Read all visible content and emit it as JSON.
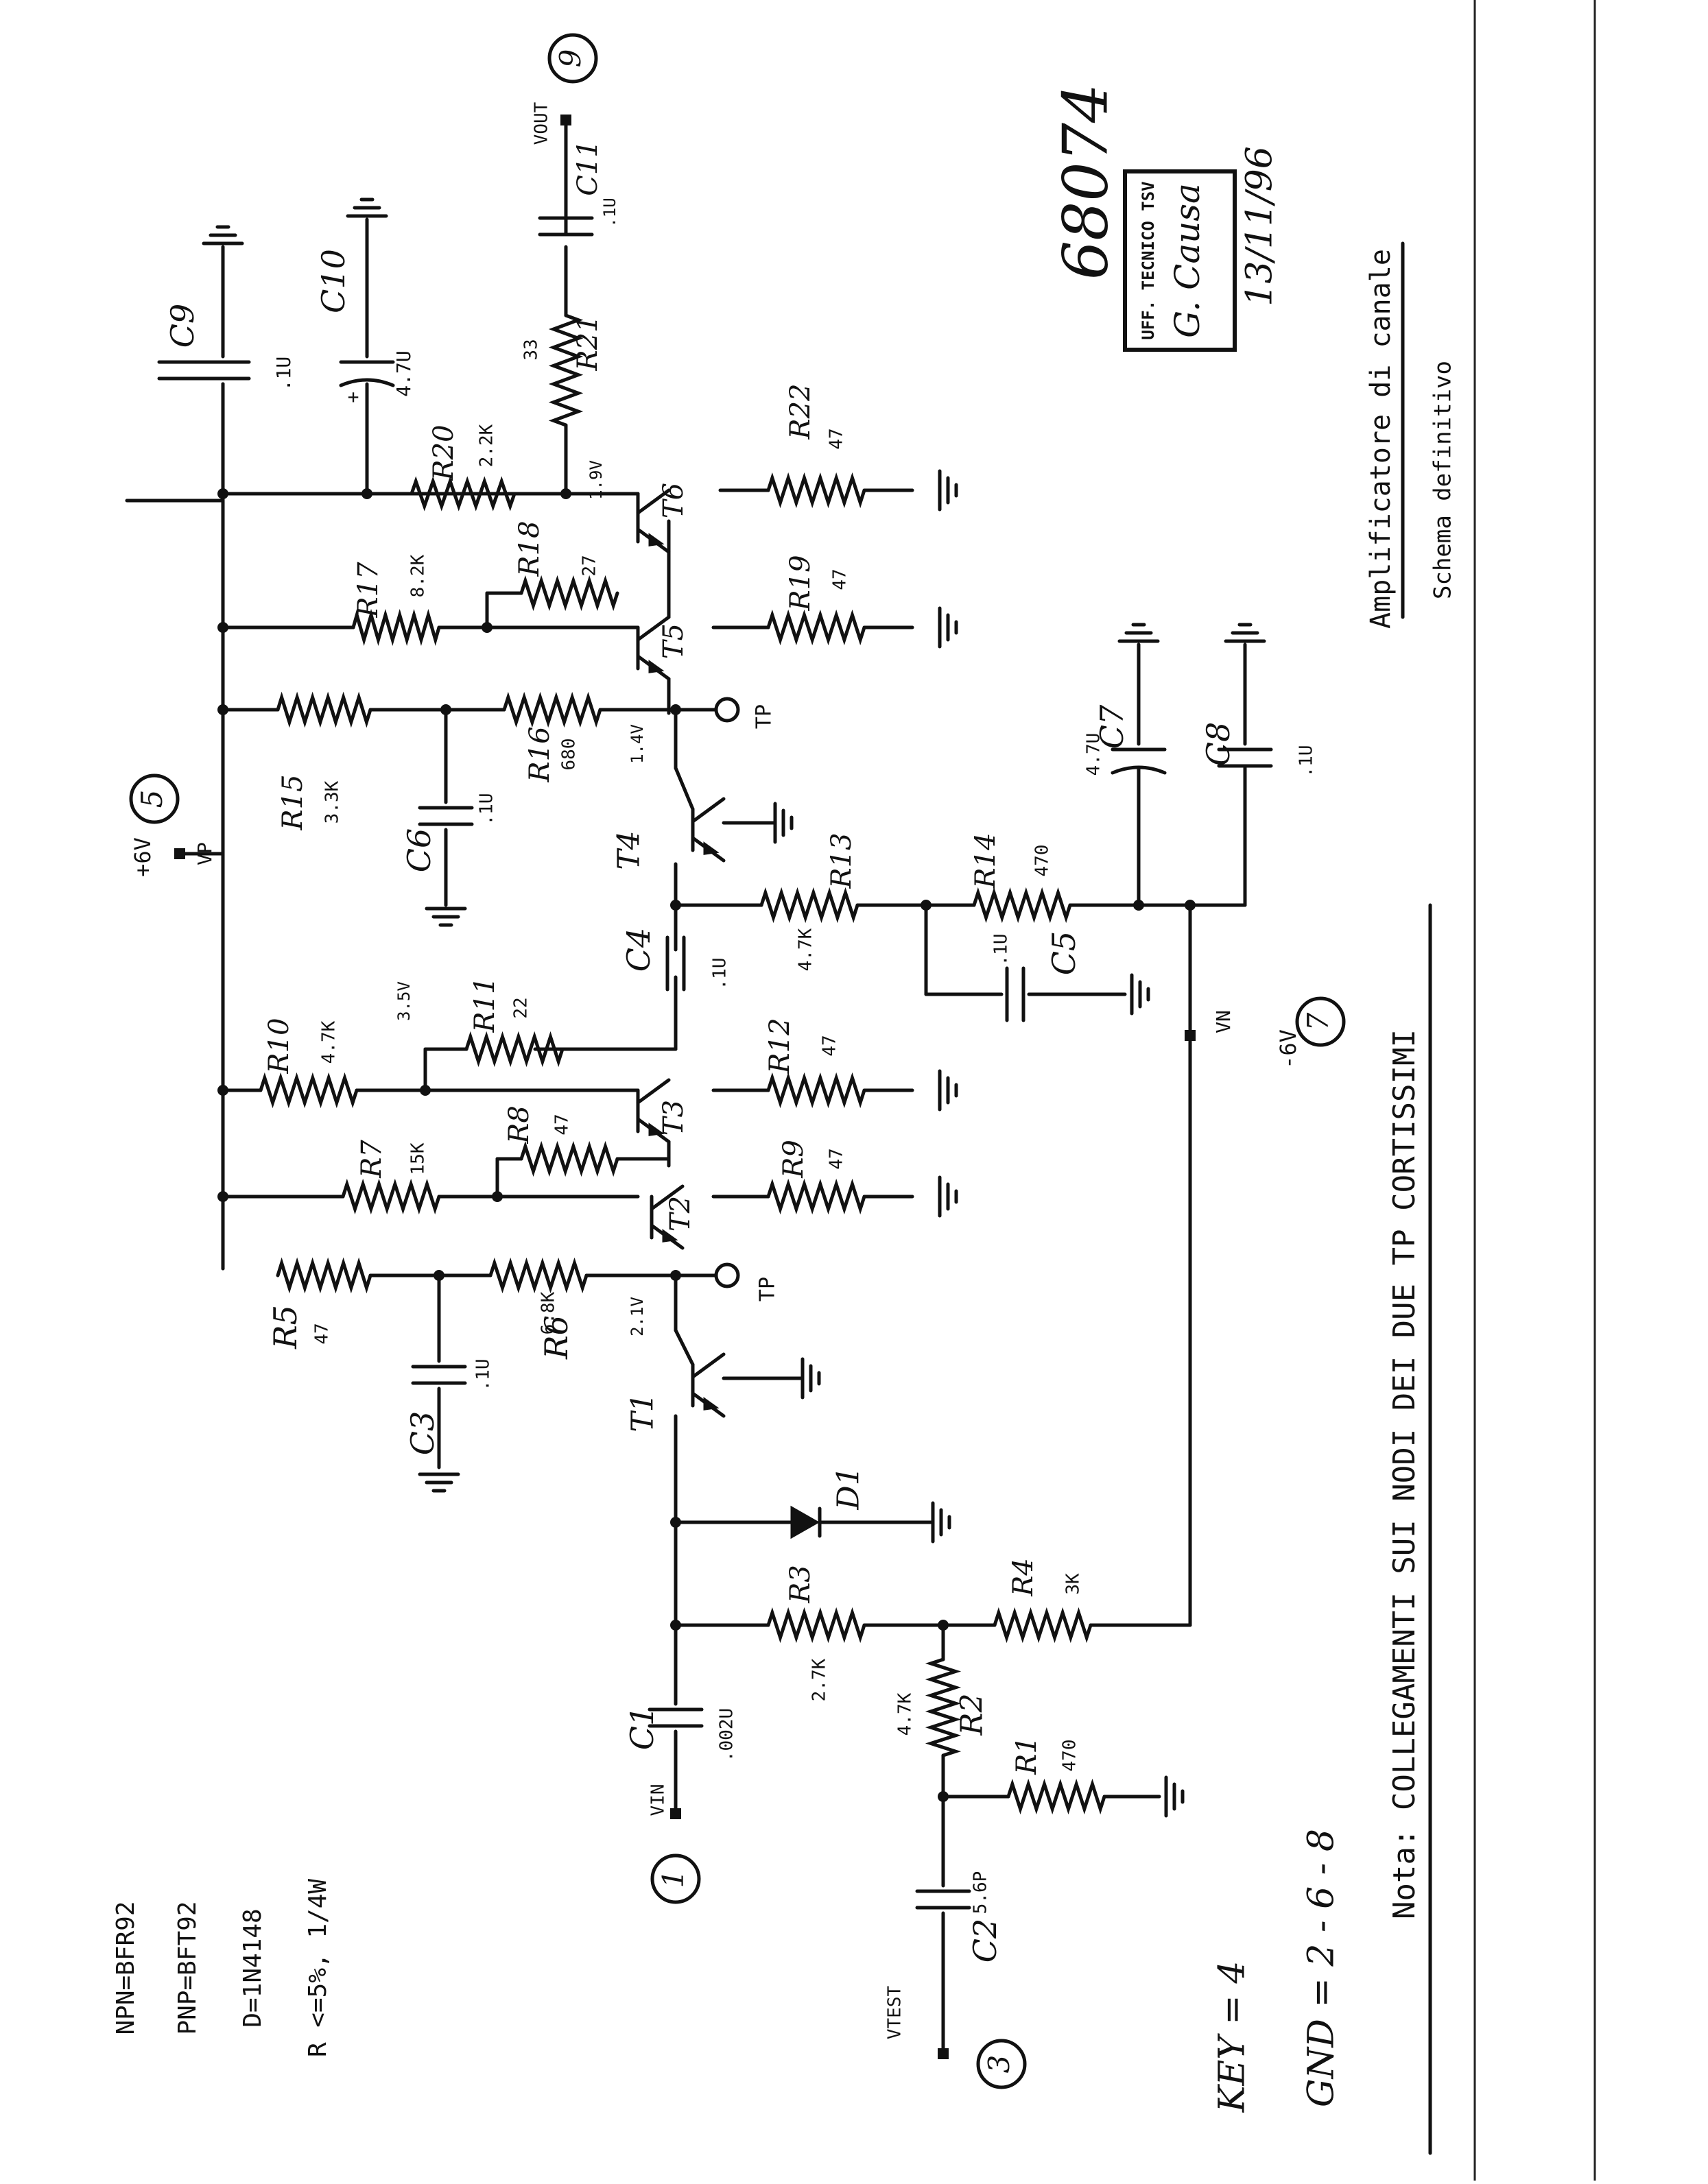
{
  "doc_number": "68074",
  "stamp": {
    "office": "UFF. TECNICO TSV",
    "signature": "G. Causa",
    "date": "13/11/96"
  },
  "title": "Amplificatore di canale",
  "subtitle": "Schema definitivo",
  "legend": [
    "NPN=BFR92",
    "PNP=BFT92",
    "D=1N4148",
    "R <=5%, 1/4W"
  ],
  "key_line": "KEY = 4",
  "gnd_line": "GND = 2 - 6 - 8",
  "note": "Nota:  COLLEGAMENTI SUI NODI DEI DUE TP CORTISSIMI",
  "supply_pos": {
    "name": "VP",
    "value": "+6V",
    "pin": "5"
  },
  "supply_neg": {
    "name": "VN",
    "value": "-6V",
    "pin": "7"
  },
  "input": {
    "name": "VIN",
    "pin": "1"
  },
  "output": {
    "name": "VOUT",
    "pin": "9"
  },
  "test_input": {
    "name": "VTEST",
    "pin": "3"
  },
  "test_point": "TP",
  "diode": "D1",
  "transistors": [
    "T1",
    "T2",
    "T3",
    "T4",
    "T5",
    "T6"
  ],
  "voltages": {
    "t1": "2.1V",
    "t3": "3.5V",
    "t4": "1.4V",
    "t6": "1.9V"
  },
  "resistors": [
    {
      "ref": "R1",
      "value": "470"
    },
    {
      "ref": "R2",
      "value": "4.7K"
    },
    {
      "ref": "R3",
      "value": "2.7K"
    },
    {
      "ref": "R4",
      "value": "3K"
    },
    {
      "ref": "R5",
      "value": "47"
    },
    {
      "ref": "R6",
      "value": "6.8K"
    },
    {
      "ref": "R7",
      "value": "15K"
    },
    {
      "ref": "R8",
      "value": "47"
    },
    {
      "ref": "R9",
      "value": "47"
    },
    {
      "ref": "R10",
      "value": "4.7K"
    },
    {
      "ref": "R11",
      "value": "22"
    },
    {
      "ref": "R12",
      "value": "47"
    },
    {
      "ref": "R13",
      "value": "4.7K"
    },
    {
      "ref": "R14",
      "value": "470"
    },
    {
      "ref": "R15",
      "value": "3.3K"
    },
    {
      "ref": "R16",
      "value": "680"
    },
    {
      "ref": "R17",
      "value": "8.2K"
    },
    {
      "ref": "R18",
      "value": "27"
    },
    {
      "ref": "R19",
      "value": "47"
    },
    {
      "ref": "R20",
      "value": "2.2K"
    },
    {
      "ref": "R21",
      "value": "33"
    },
    {
      "ref": "R22",
      "value": "47"
    }
  ],
  "capacitors": [
    {
      "ref": "C1",
      "value": ".002U"
    },
    {
      "ref": "C2",
      "value": "5.6P"
    },
    {
      "ref": "C3",
      "value": ".1U"
    },
    {
      "ref": "C4",
      "value": ".1U"
    },
    {
      "ref": "C5",
      "value": ".1U"
    },
    {
      "ref": "C6",
      "value": ".1U"
    },
    {
      "ref": "C7",
      "value": "4.7U"
    },
    {
      "ref": "C8",
      "value": ".1U"
    },
    {
      "ref": "C9",
      "value": ".1U"
    },
    {
      "ref": "C10",
      "value": "4.7U"
    },
    {
      "ref": "C11",
      "value": ".1U"
    }
  ]
}
